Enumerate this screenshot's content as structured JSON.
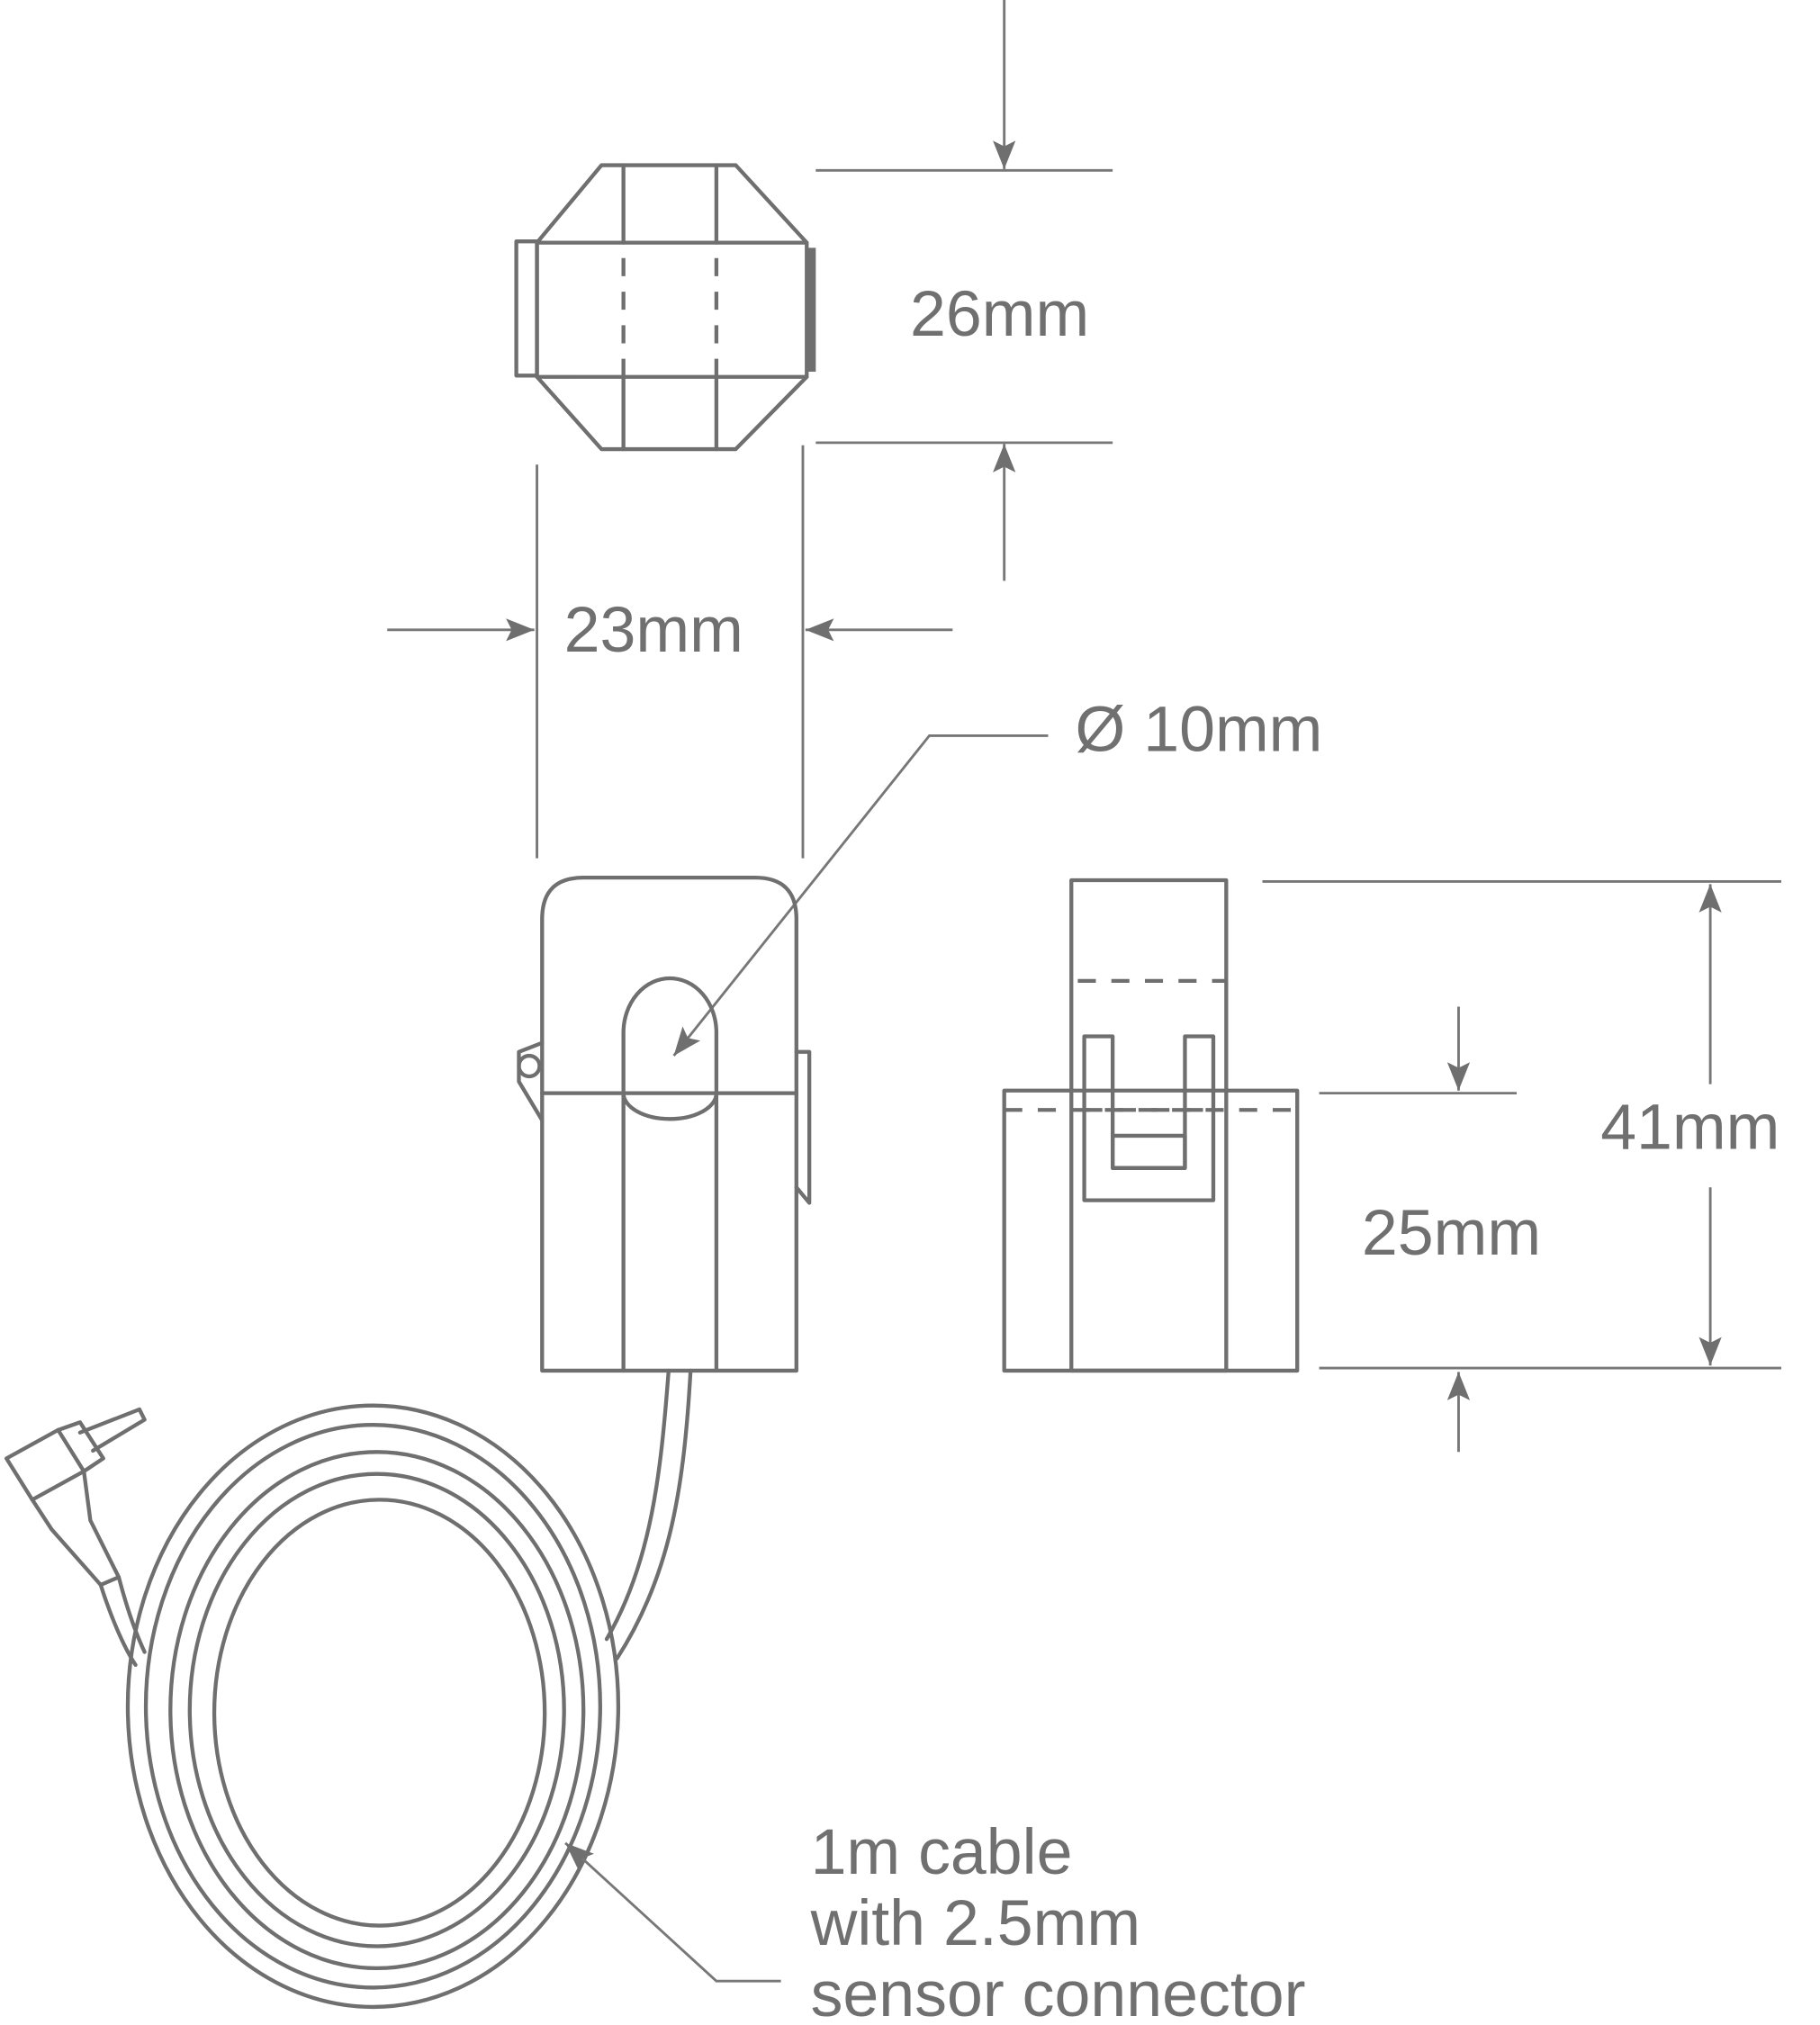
{
  "labels": {
    "height_top": "26mm",
    "width": "23mm",
    "hole_diameter": "Ø 10mm",
    "total_height": "41mm",
    "base_height": "25mm",
    "cable_line1": "1m cable",
    "cable_line2": "with 2.5mm",
    "cable_line3": "sensor connector"
  },
  "colors": {
    "line": "#6f6f6f",
    "text": "#707070",
    "background": "#ffffff"
  }
}
